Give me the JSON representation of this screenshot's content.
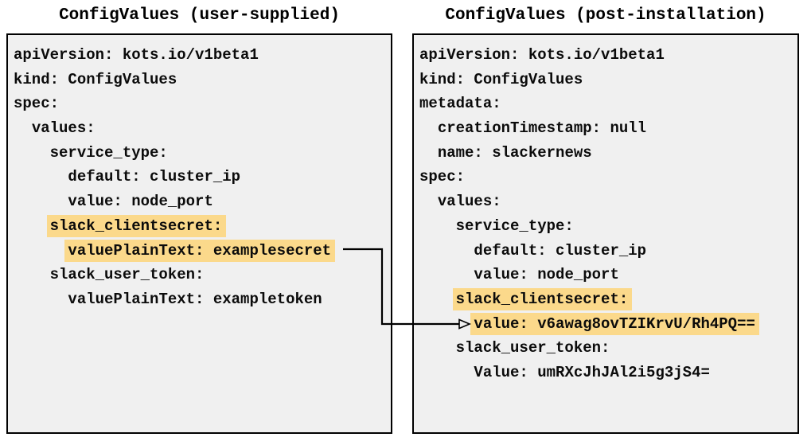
{
  "left": {
    "title": "ConfigValues (user-supplied)",
    "lines": [
      {
        "indent": 0,
        "text": "apiVersion: kots.io/v1beta1",
        "hl": false
      },
      {
        "indent": 0,
        "text": "kind: ConfigValues",
        "hl": false
      },
      {
        "indent": 0,
        "text": "spec:",
        "hl": false
      },
      {
        "indent": 2,
        "text": "values:",
        "hl": false
      },
      {
        "indent": 4,
        "text": "service_type:",
        "hl": false
      },
      {
        "indent": 6,
        "text": "default: cluster_ip",
        "hl": false
      },
      {
        "indent": 6,
        "text": "value: node_port",
        "hl": false
      },
      {
        "indent": 4,
        "text": "slack_clientsecret:",
        "hl": true
      },
      {
        "indent": 6,
        "text": "valuePlainText: examplesecret",
        "hl": true
      },
      {
        "indent": 4,
        "text": "slack_user_token:",
        "hl": false
      },
      {
        "indent": 6,
        "text": "valuePlainText: exampletoken",
        "hl": false
      }
    ]
  },
  "right": {
    "title": "ConfigValues (post-installation)",
    "lines": [
      {
        "indent": 0,
        "text": "apiVersion: kots.io/v1beta1",
        "hl": false
      },
      {
        "indent": 0,
        "text": "kind: ConfigValues",
        "hl": false
      },
      {
        "indent": 0,
        "text": "metadata:",
        "hl": false
      },
      {
        "indent": 2,
        "text": "creationTimestamp: null",
        "hl": false
      },
      {
        "indent": 2,
        "text": "name: slackernews",
        "hl": false
      },
      {
        "indent": 0,
        "text": "spec:",
        "hl": false
      },
      {
        "indent": 2,
        "text": "values:",
        "hl": false
      },
      {
        "indent": 4,
        "text": "service_type:",
        "hl": false
      },
      {
        "indent": 6,
        "text": "default: cluster_ip",
        "hl": false
      },
      {
        "indent": 6,
        "text": "value: node_port",
        "hl": false
      },
      {
        "indent": 4,
        "text": "slack_clientsecret:",
        "hl": true
      },
      {
        "indent": 6,
        "text": "value: v6awag8ovTZIKrvU/Rh4PQ==",
        "hl": true
      },
      {
        "indent": 4,
        "text": "slack_user_token:",
        "hl": false
      },
      {
        "indent": 6,
        "text": "Value: umRXcJhJAl2i5g3jS4=",
        "hl": false
      }
    ]
  },
  "connector": {
    "from": "valuePlainText: examplesecret",
    "to": "value: v6awag8ovTZIKrvU/Rh4PQ=="
  },
  "colors": {
    "highlight": "#fbd98b",
    "box_background": "#f0f0f0",
    "border": "#000000",
    "text": "#0b0b0b"
  }
}
